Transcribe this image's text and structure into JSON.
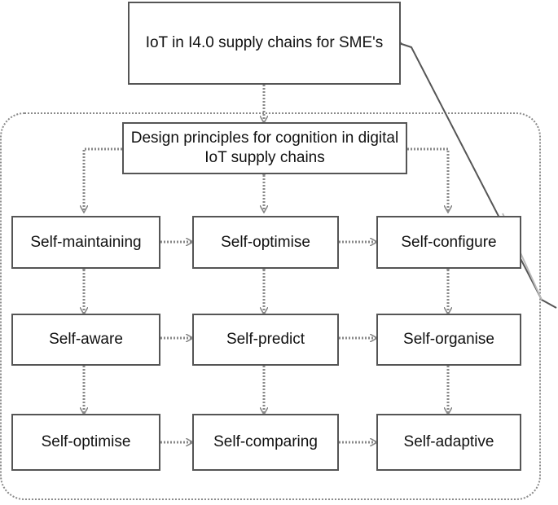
{
  "diagram": {
    "top_box": "IoT in I4.0 supply chains for SME's",
    "principles_box": "Design principles for cognition in digital IoT supply chains",
    "grid": [
      [
        "Self-maintaining",
        "Self-optimise",
        "Self-configure"
      ],
      [
        "Self-aware",
        "Self-predict",
        "Self-organise"
      ],
      [
        "Self-optimise",
        "Self-comparing",
        "Self-adaptive"
      ]
    ]
  },
  "colors": {
    "box_border": "#555555",
    "dotted_connector": "#888888",
    "feedback_line": "#555555"
  }
}
